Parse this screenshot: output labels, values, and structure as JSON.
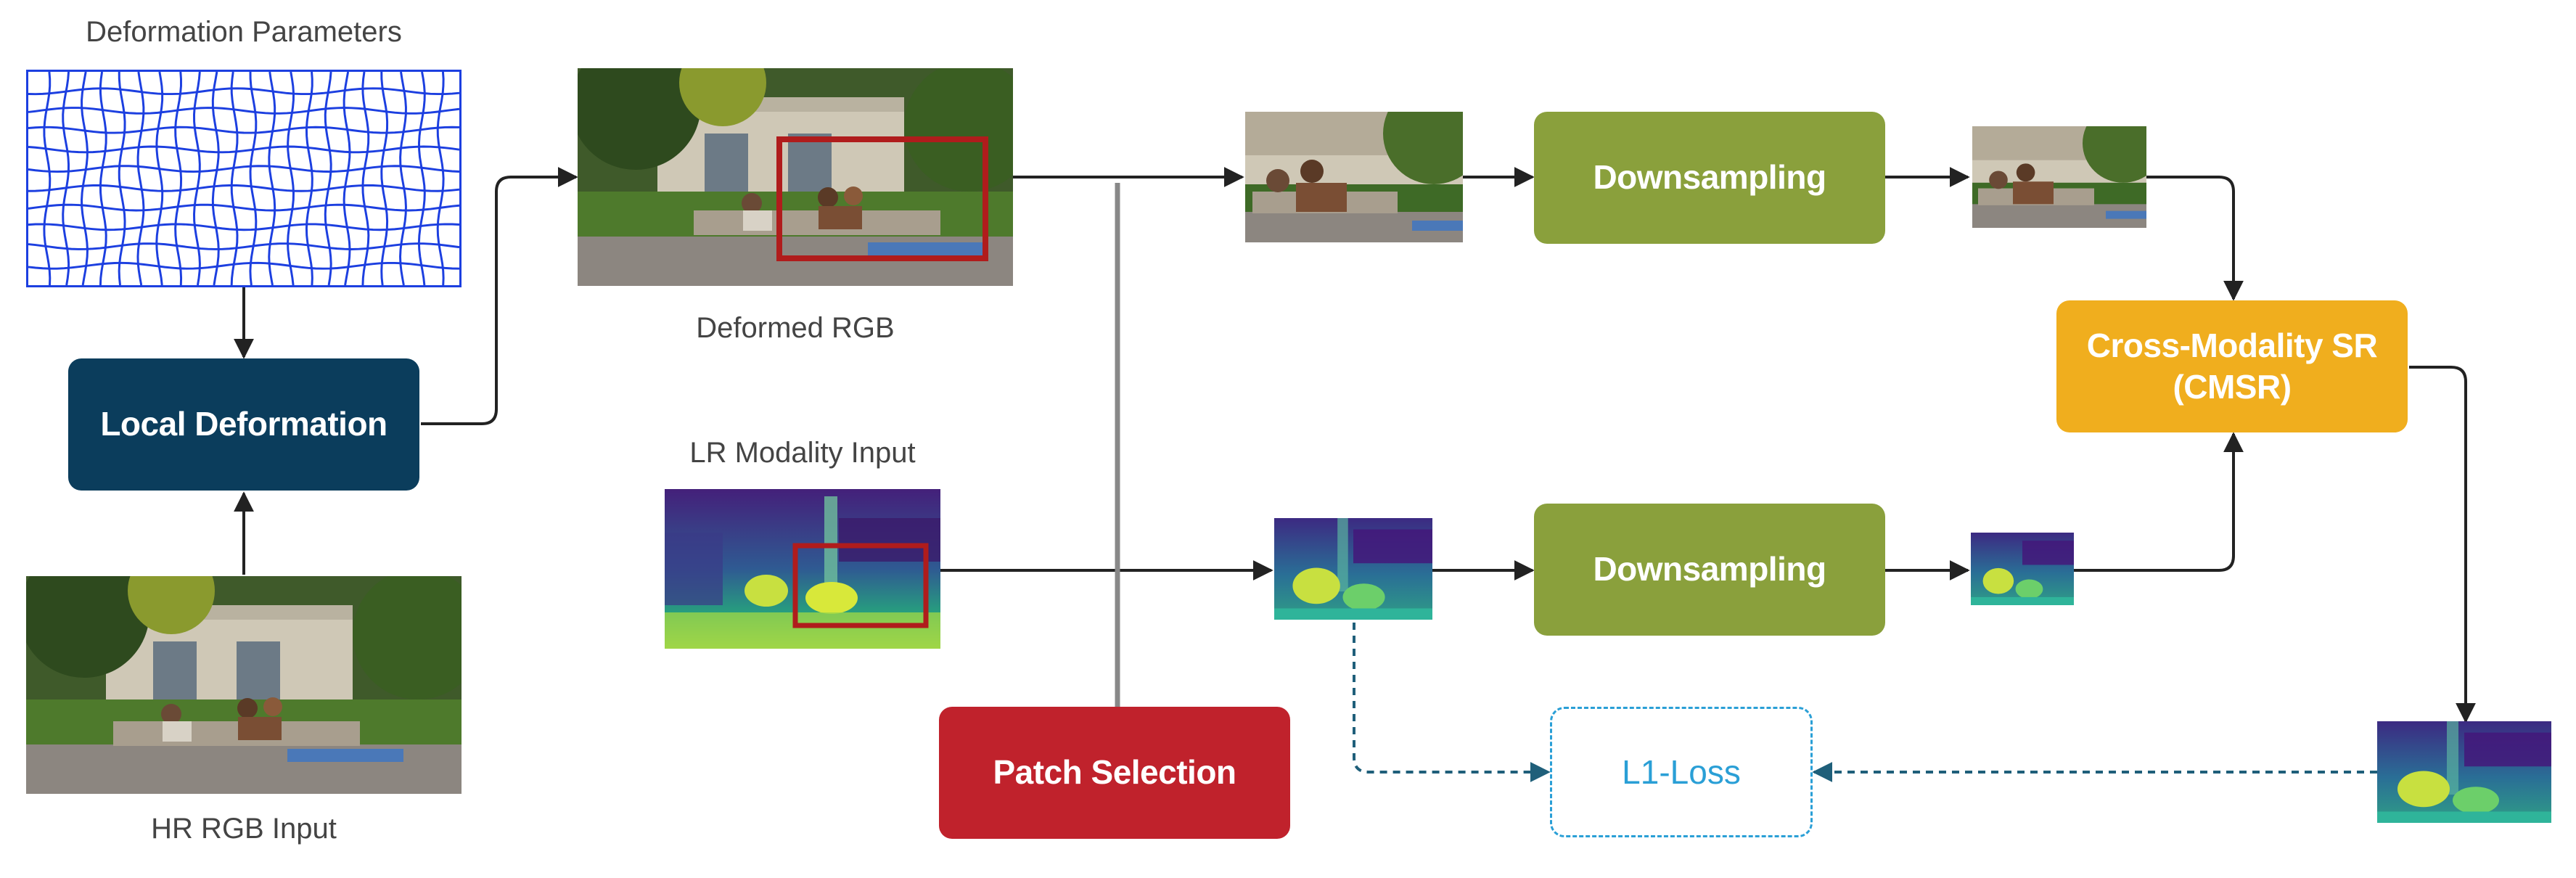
{
  "captions": {
    "deformation_params": "Deformation Parameters",
    "deformed_rgb": "Deformed RGB",
    "lr_modality_input": "LR Modality Input",
    "hr_rgb_input": "HR RGB Input"
  },
  "blocks": {
    "local_deformation": "Local Deformation",
    "downsampling_top": "Downsampling",
    "downsampling_bottom": "Downsampling",
    "cmsr_line1": "Cross-Modality SR",
    "cmsr_line2": "(CMSR)",
    "patch_selection": "Patch Selection",
    "l1_loss": "L1-Loss"
  },
  "colors": {
    "local_deformation": "#0b3d5c",
    "downsampling": "#8aa03c",
    "cmsr": "#f0ae1e",
    "patch_selection": "#c0222c",
    "loss_border": "#2a9fd6",
    "arrow": "#222222",
    "dashed_arrow": "#1f5f7a",
    "grid": "#1c3fe0",
    "selection_box": "#b01c1c"
  }
}
